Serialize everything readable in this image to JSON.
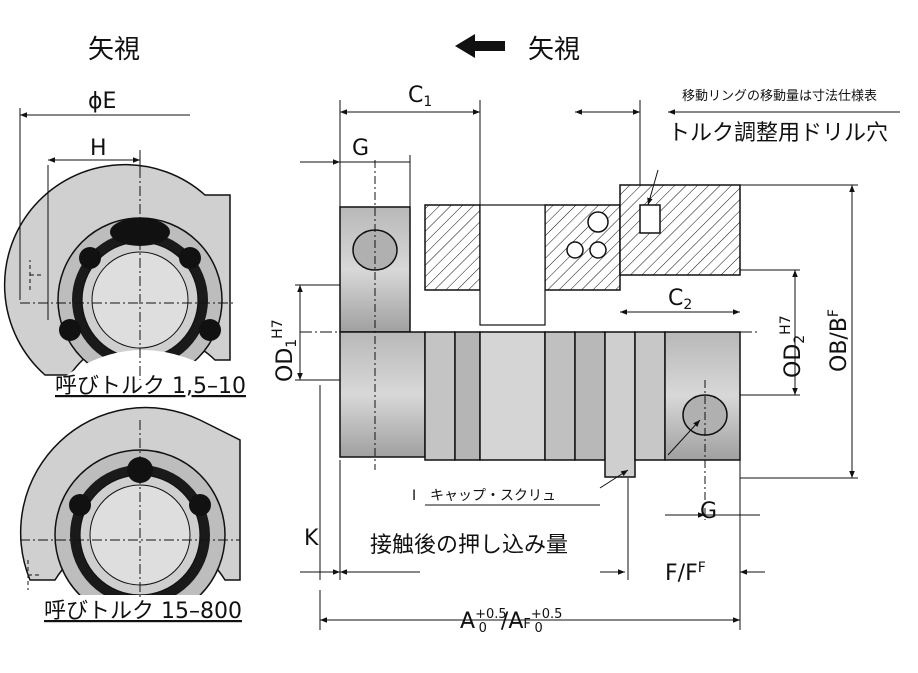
{
  "labels": {
    "view_left": "矢視",
    "view_right": "矢視",
    "phi_e": "ϕE",
    "h": "H",
    "c1_main": "C",
    "c1_sub": "1",
    "g_top": "G",
    "moving_ring_note": "移動リングの移動量は寸法仕様表",
    "torque_drill": "トルク調整用ドリル穴",
    "od1_main": "OD",
    "od1_sub": "1",
    "od1_sup": "H7",
    "c2_main": "C",
    "c2_sub": "2",
    "od2_main": "OD",
    "od2_sub": "2",
    "od2_sup": "H7",
    "ob_main": "OB/B",
    "ob_sup": "F",
    "caption_top": "呼びトルク 1,5–10",
    "caption_bottom": "呼びトルク 15–800",
    "cap_screw": "キャップ・スクリュ",
    "cap_screw_mark": "I",
    "g_bottom": "G",
    "k": "K",
    "contact_push": "接触後の押し込み量",
    "ff_main": "F/F",
    "ff_sup": "F",
    "a_main": "A",
    "a_sup": "+0.5",
    "a_sub": "0",
    "af_main": "/A",
    "af_f": "F",
    "af_sup": "+0.5",
    "af_sub": "0"
  },
  "colors": {
    "line": "#111111",
    "gray_light": "#c9c9c9",
    "gray_mid": "#a8a8a8",
    "gray_dark": "#7e7e7e"
  }
}
